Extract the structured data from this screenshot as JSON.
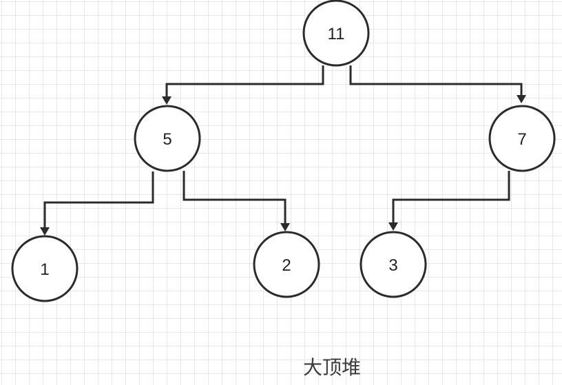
{
  "caption": "大顶堆",
  "colors": {
    "stroke": "#2b2b2b",
    "grid": "#e6e6e6",
    "text": "#222222"
  },
  "nodes": [
    {
      "id": "n11",
      "label": "11"
    },
    {
      "id": "n5",
      "label": "5"
    },
    {
      "id": "n7",
      "label": "7"
    },
    {
      "id": "n1",
      "label": "1"
    },
    {
      "id": "n2",
      "label": "2"
    },
    {
      "id": "n3",
      "label": "3"
    }
  ],
  "edges": [
    {
      "from": "n11",
      "to": "n5"
    },
    {
      "from": "n11",
      "to": "n7"
    },
    {
      "from": "n5",
      "to": "n1"
    },
    {
      "from": "n5",
      "to": "n2"
    },
    {
      "from": "n7",
      "to": "n3"
    }
  ]
}
